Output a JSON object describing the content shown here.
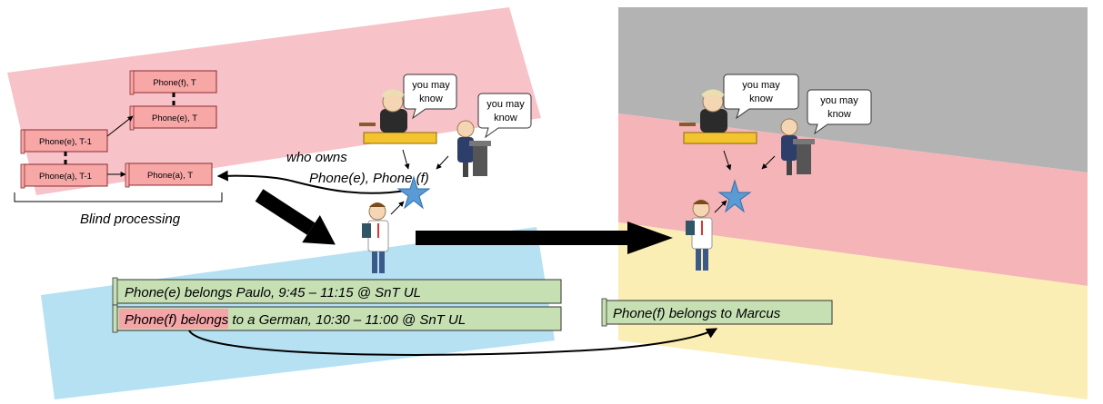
{
  "left": {
    "boxes": {
      "phone_f_t": "Phone(f), T",
      "phone_e_t": "Phone(e), T",
      "phone_e_t1": "Phone(e), T-1",
      "phone_a_t1": "Phone(a), T-1",
      "phone_a_t": "Phone(a), T"
    },
    "blind_label": "Blind processing",
    "query_line1": "who owns",
    "query_line2": "Phone(e), Phone (f)",
    "bubble1": [
      "you may",
      "know"
    ],
    "bubble2": [
      "you may",
      "know"
    ],
    "result1": "Phone(e) belongs Paulo, 9:45 – 11:15 @ SnT UL",
    "result2_highlight": "Phone(f) belongs",
    "result2_rest": " to a German, 10:30 – 11:00 @ SnT UL"
  },
  "right": {
    "bubble1": [
      "you may",
      "know"
    ],
    "bubble2": [
      "you may",
      "know"
    ],
    "result": "Phone(f) belongs to Marcus"
  },
  "colors": {
    "pink_band": "#f7c2c8",
    "blue_band": "#b5e1f3",
    "gray_band": "#b3b3b3",
    "red_band": "#f4b4b8",
    "yellow_band": "#fbeeb5",
    "pink_box": "#f8a7a7",
    "green_scroll": "#c6e0b4",
    "highlight": "#f4a5a8",
    "star": "#5b9bd5"
  }
}
